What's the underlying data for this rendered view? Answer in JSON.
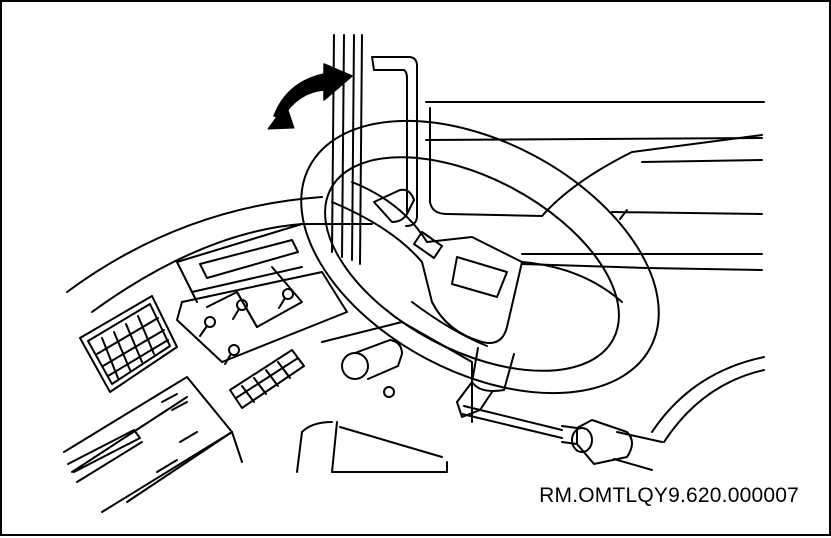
{
  "figure": {
    "reference_code": "RM.OMTLQY9.620.000007",
    "line_color": "#000000",
    "background_color": "#ffffff",
    "icons": [
      "curved-rotation-arrow-icon",
      "steering-wheel",
      "key-tool",
      "air-vent",
      "switch-panel"
    ]
  }
}
